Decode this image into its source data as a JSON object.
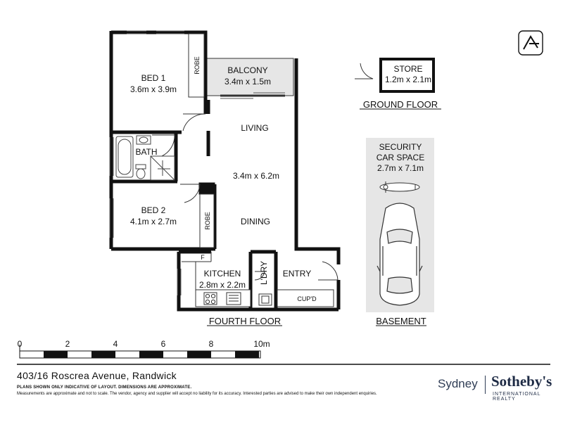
{
  "rooms": {
    "bed1": {
      "name": "BED 1",
      "size": "3.6m x 3.9m"
    },
    "robe1": "ROBE",
    "balcony": {
      "name": "BALCONY",
      "size": "3.4m x 1.5m"
    },
    "bath": "BATH",
    "living": "LIVING",
    "living_size": "3.4m x 6.2m",
    "bed2": {
      "name": "BED 2",
      "size": "4.1m x 2.7m"
    },
    "robe2": "ROBE",
    "dining": "DINING",
    "fridge": "F",
    "kitchen": {
      "name": "KITCHEN",
      "size": "2.8m x 2.2m"
    },
    "laundry": "L'DRY",
    "entry": "ENTRY",
    "cupboard": "CUP'D",
    "store": {
      "name": "STORE",
      "size": "1.2m x 2.1m"
    },
    "car_space": {
      "line1": "SECURITY",
      "line2": "CAR SPACE",
      "size": "2.7m x 7.1m"
    }
  },
  "floors": {
    "fourth": "FOURTH FLOOR",
    "ground": "GROUND FLOOR",
    "basement": "BASEMENT"
  },
  "scale": {
    "ticks": [
      "0",
      "2",
      "4",
      "6",
      "8",
      "10m"
    ]
  },
  "address": "403/16 Roscrea Avenue, Randwick",
  "disclaimer": {
    "line1": "PLANS SHOWN ONLY INDICATIVE OF LAYOUT. DIMENSIONS ARE APPROXIMATE.",
    "line2": "Measurements are approximate and not to scale. The vendor, agency and supplier will accept no liability for its accuracy. Interested parties are advised to make their own independent enquiries."
  },
  "branding": {
    "city": "Sydney",
    "name": "Sotheby's",
    "sub": "INTERNATIONAL REALTY"
  },
  "icons": {
    "north": "north-arrow-icon"
  }
}
